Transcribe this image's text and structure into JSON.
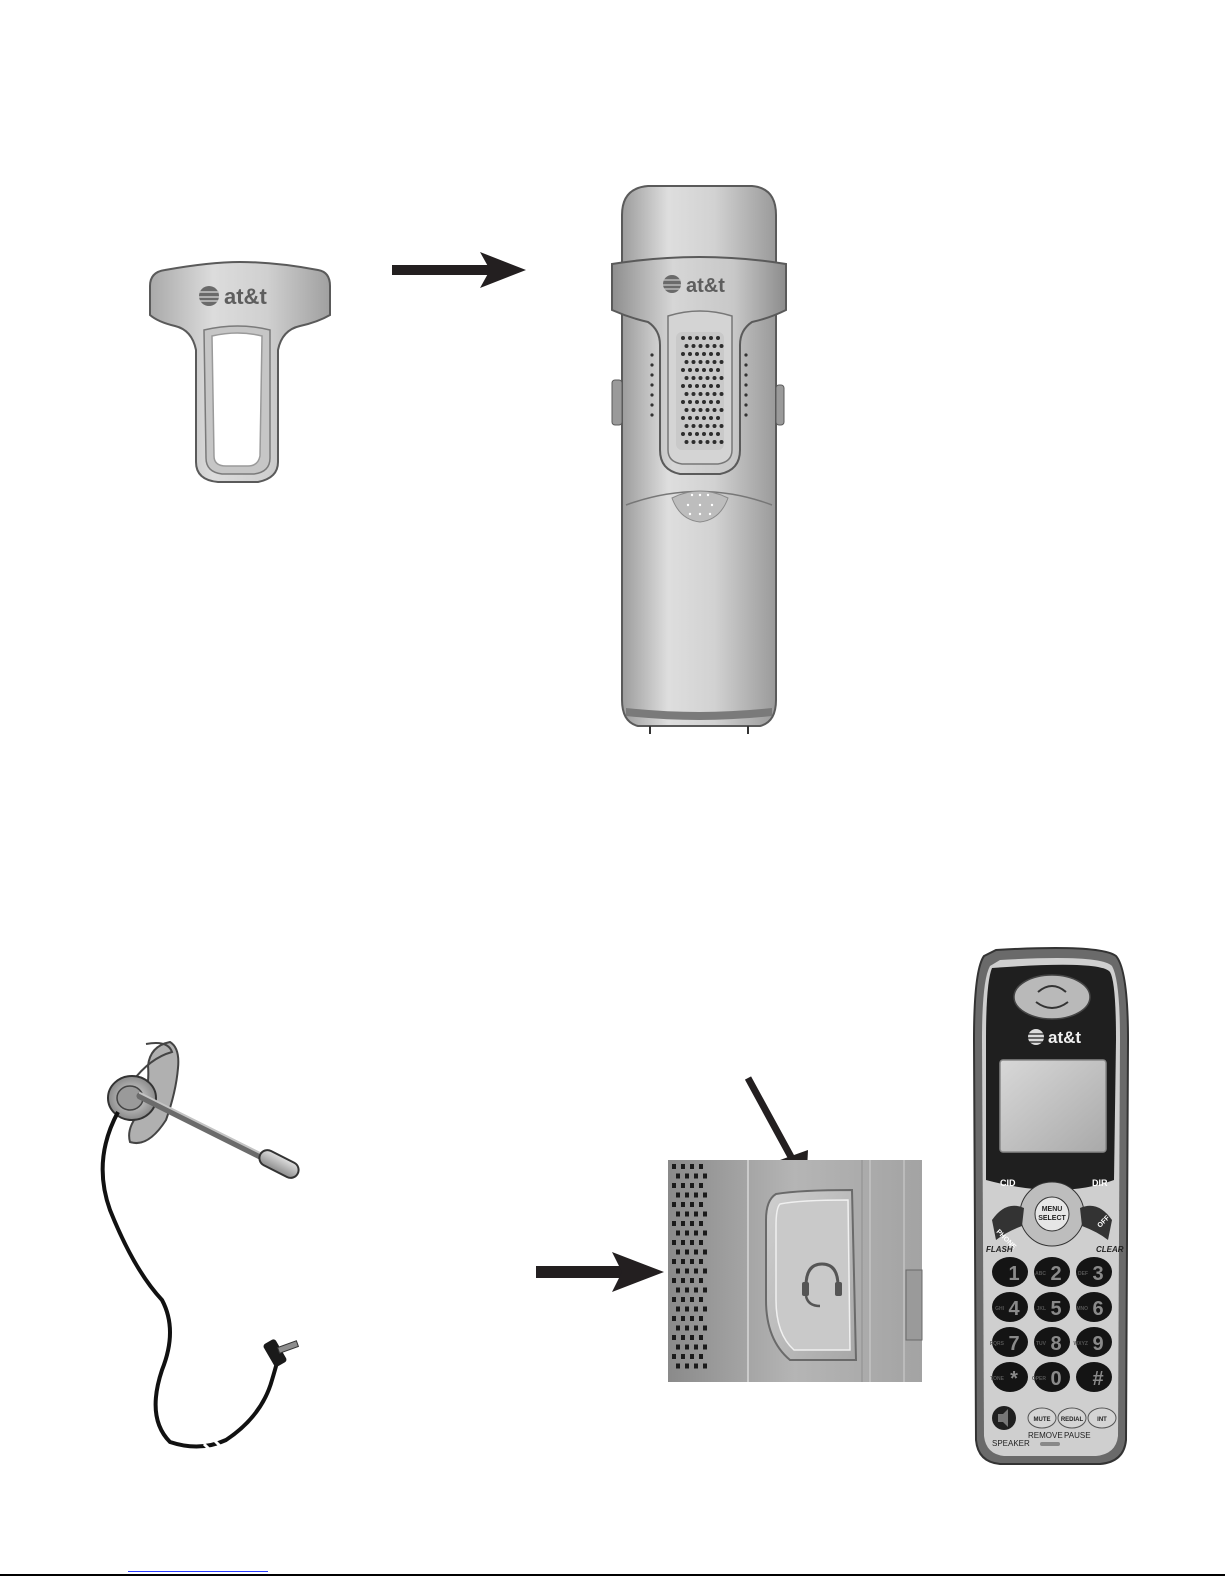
{
  "brand": {
    "logo_text": "at&t"
  },
  "handset_keys": {
    "cid": "CID",
    "dir": "DIR",
    "menu": "MENU",
    "select": "SELECT",
    "phone": "PHONE",
    "off": "OFF",
    "flash": "FLASH",
    "clear": "CLEAR",
    "digits": [
      {
        "d": "1",
        "sub": ""
      },
      {
        "d": "2",
        "sub": "ABC"
      },
      {
        "d": "3",
        "sub": "DEF"
      },
      {
        "d": "4",
        "sub": "GHI"
      },
      {
        "d": "5",
        "sub": "JKL"
      },
      {
        "d": "6",
        "sub": "MNO"
      },
      {
        "d": "7",
        "sub": "PQRS"
      },
      {
        "d": "8",
        "sub": "TUV"
      },
      {
        "d": "9",
        "sub": "WXYZ"
      },
      {
        "d": "*",
        "sub": "TONE"
      },
      {
        "d": "0",
        "sub": "OPER"
      },
      {
        "d": "#",
        "sub": ""
      }
    ],
    "mute": "MUTE",
    "redial": "REDIAL",
    "int": "INT",
    "speaker": "SPEAKER",
    "remove": "REMOVE",
    "pause": "PAUSE"
  },
  "colors": {
    "line": "#231f20",
    "silver_light": "#e3e3e3",
    "silver_mid": "#b9b9b9",
    "silver_dark": "#8a8a8a",
    "arrow": "#231f20"
  }
}
